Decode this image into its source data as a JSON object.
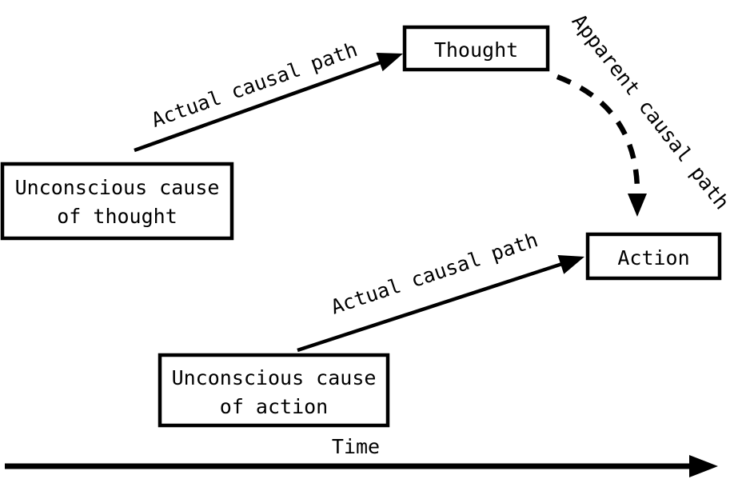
{
  "diagram": {
    "nodes": {
      "unconscious_thought": {
        "line1": "Unconscious cause",
        "line2": "of thought"
      },
      "thought": {
        "label": "Thought"
      },
      "action": {
        "label": "Action"
      },
      "unconscious_action": {
        "line1": "Unconscious cause",
        "line2": "of action"
      }
    },
    "edges": {
      "thought_actual": {
        "label": "Actual causal path",
        "style": "solid"
      },
      "action_actual": {
        "label": "Actual causal path",
        "style": "solid"
      },
      "apparent": {
        "label": "Apparent causal path",
        "style": "dashed"
      }
    },
    "axis": {
      "label": "Time"
    },
    "colors": {
      "foreground": "#000000",
      "background": "#ffffff"
    }
  }
}
